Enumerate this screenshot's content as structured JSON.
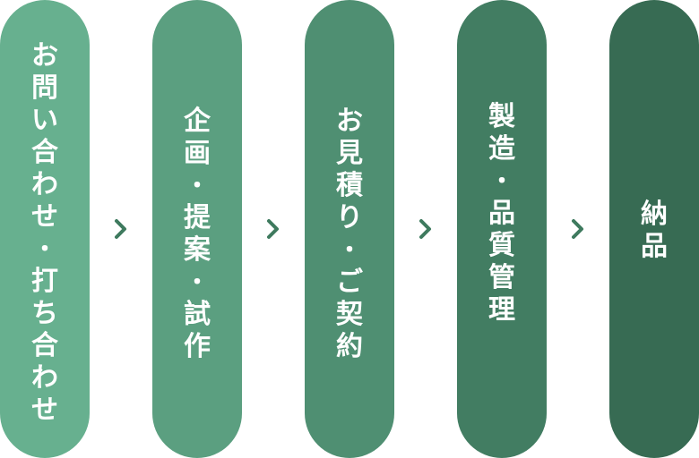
{
  "flow": {
    "steps": [
      {
        "label": "お問い合わせ・打ち合わせ",
        "color": "#67b08f"
      },
      {
        "label": "企画・提案・試作",
        "color": "#5b9f80"
      },
      {
        "label": "お見積り・ご契約",
        "color": "#4f8f72"
      },
      {
        "label": "製造・品質管理",
        "color": "#427d62"
      },
      {
        "label": "納品",
        "color": "#376b53"
      }
    ],
    "arrow_icon": "chevron-right-icon",
    "arrow_color": "#3e7a5e"
  }
}
